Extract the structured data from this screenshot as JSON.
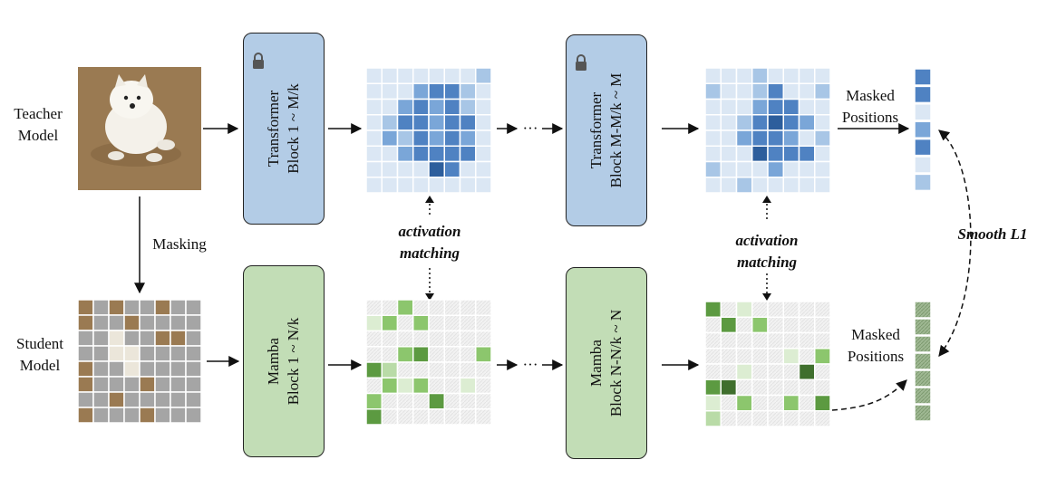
{
  "rows": {
    "teacher": [
      "Teacher",
      "Model"
    ],
    "student": [
      "Student",
      "Model"
    ]
  },
  "labels": {
    "masking": "Masking",
    "ellipsis": "···",
    "activation_matching": [
      "activation",
      "matching"
    ],
    "masked_positions": [
      "Masked",
      "Positions"
    ],
    "smooth_l1": "Smooth L1"
  },
  "blocks": {
    "transformer_1": [
      "Transformer",
      "Block 1 ~ M/k"
    ],
    "transformer_2": [
      "Transformer",
      "Block M-M/k ~ M"
    ],
    "mamba_1": [
      "Mamba",
      "Block 1 ~ N/k"
    ],
    "mamba_2": [
      "Mamba",
      "Block N-N/k ~ N"
    ]
  },
  "icons": {
    "lock": "lock-icon"
  },
  "colors": {
    "transformer_block": "#b3cce6",
    "mamba_block": "#c2ddb6",
    "mask_gray": "#a5a5a5",
    "blue_levels": [
      "#ffffff",
      "#dbe7f4",
      "#a8c6e6",
      "#7aa6d8",
      "#4f82c2",
      "#2d5e9c"
    ],
    "green_levels": [
      "#ffffff",
      "#dcedd2",
      "#b9dba7",
      "#8cc66d",
      "#5c9a41",
      "#3f6f2d"
    ]
  }
}
